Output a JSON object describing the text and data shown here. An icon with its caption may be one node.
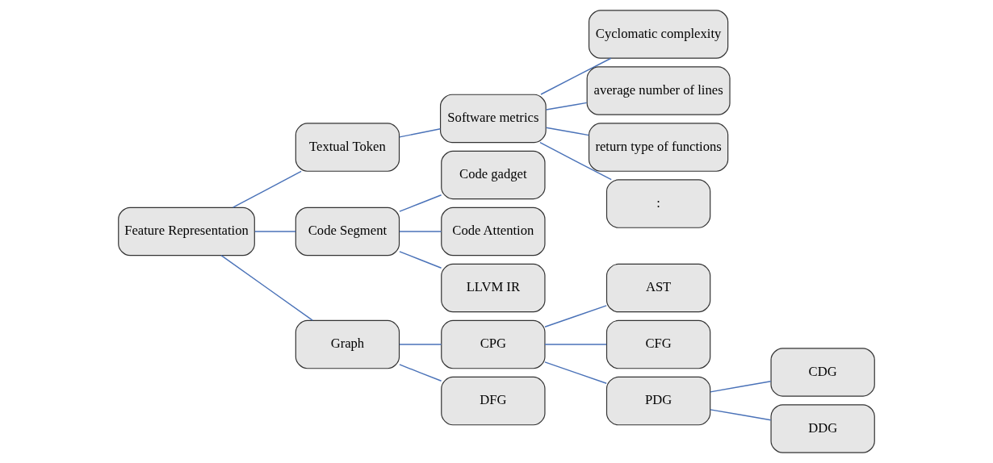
{
  "diagram": {
    "nodes": [
      {
        "text": [
          "Feature Representation"
        ]
      },
      {
        "text": [
          "Textual Token"
        ]
      },
      {
        "text": [
          "Code Segment"
        ]
      },
      {
        "text": [
          "Graph"
        ]
      },
      {
        "text": [
          "Software metrics"
        ]
      },
      {
        "text": [
          "Code gadget"
        ]
      },
      {
        "text": [
          "Code Attention"
        ]
      },
      {
        "text": [
          "LLVM IR"
        ]
      },
      {
        "text": [
          "CPG"
        ]
      },
      {
        "text": [
          "DFG"
        ]
      },
      {
        "text": [
          "Cyclomatic complexity"
        ]
      },
      {
        "text": [
          "average number of lines"
        ]
      },
      {
        "text": [
          "return type of functions"
        ]
      },
      {
        "text": [
          ":"
        ]
      },
      {
        "text": [
          "AST"
        ]
      },
      {
        "text": [
          "CFG"
        ]
      },
      {
        "text": [
          "PDG"
        ]
      },
      {
        "text": [
          "CDG"
        ]
      },
      {
        "text": [
          "DDG"
        ]
      }
    ],
    "edges": [
      {
        "from": 0,
        "to": 1,
        "arrow": "none"
      },
      {
        "from": 0,
        "to": 2,
        "arrow": "none"
      },
      {
        "from": 0,
        "to": 3,
        "arrow": "none"
      },
      {
        "from": 1,
        "to": 4,
        "arrow": "none"
      },
      {
        "from": 2,
        "to": 5,
        "arrow": "none"
      },
      {
        "from": 2,
        "to": 6,
        "arrow": "none"
      },
      {
        "from": 2,
        "to": 7,
        "arrow": "none"
      },
      {
        "from": 3,
        "to": 8,
        "arrow": "none"
      },
      {
        "from": 3,
        "to": 9,
        "arrow": "none"
      },
      {
        "from": 4,
        "to": 10,
        "arrow": "none"
      },
      {
        "from": 4,
        "to": 11,
        "arrow": "none"
      },
      {
        "from": 4,
        "to": 12,
        "arrow": "none"
      },
      {
        "from": 4,
        "to": 13,
        "arrow": "none"
      },
      {
        "from": 8,
        "to": 14,
        "arrow": "none"
      },
      {
        "from": 8,
        "to": 15,
        "arrow": "none"
      },
      {
        "from": 8,
        "to": 16,
        "arrow": "none"
      },
      {
        "from": 16,
        "to": 17,
        "arrow": "none"
      },
      {
        "from": 16,
        "to": 18,
        "arrow": "none"
      }
    ]
  }
}
